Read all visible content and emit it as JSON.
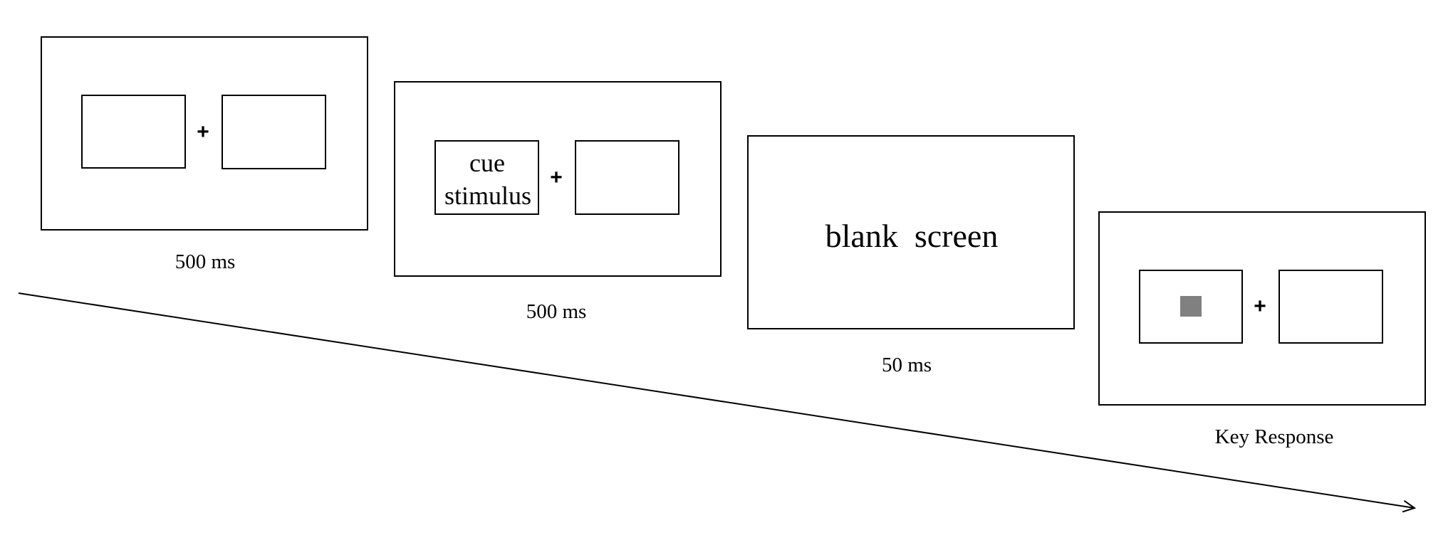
{
  "screens": [
    {
      "fixation": "+",
      "duration": "500 ms"
    },
    {
      "fixation": "+",
      "cue_lines": [
        "cue",
        "stimulus"
      ],
      "duration": "500 ms"
    },
    {
      "content": "blank  screen",
      "duration": "50 ms"
    },
    {
      "fixation": "+",
      "target_color": "#808080",
      "duration": "Key Response"
    }
  ]
}
